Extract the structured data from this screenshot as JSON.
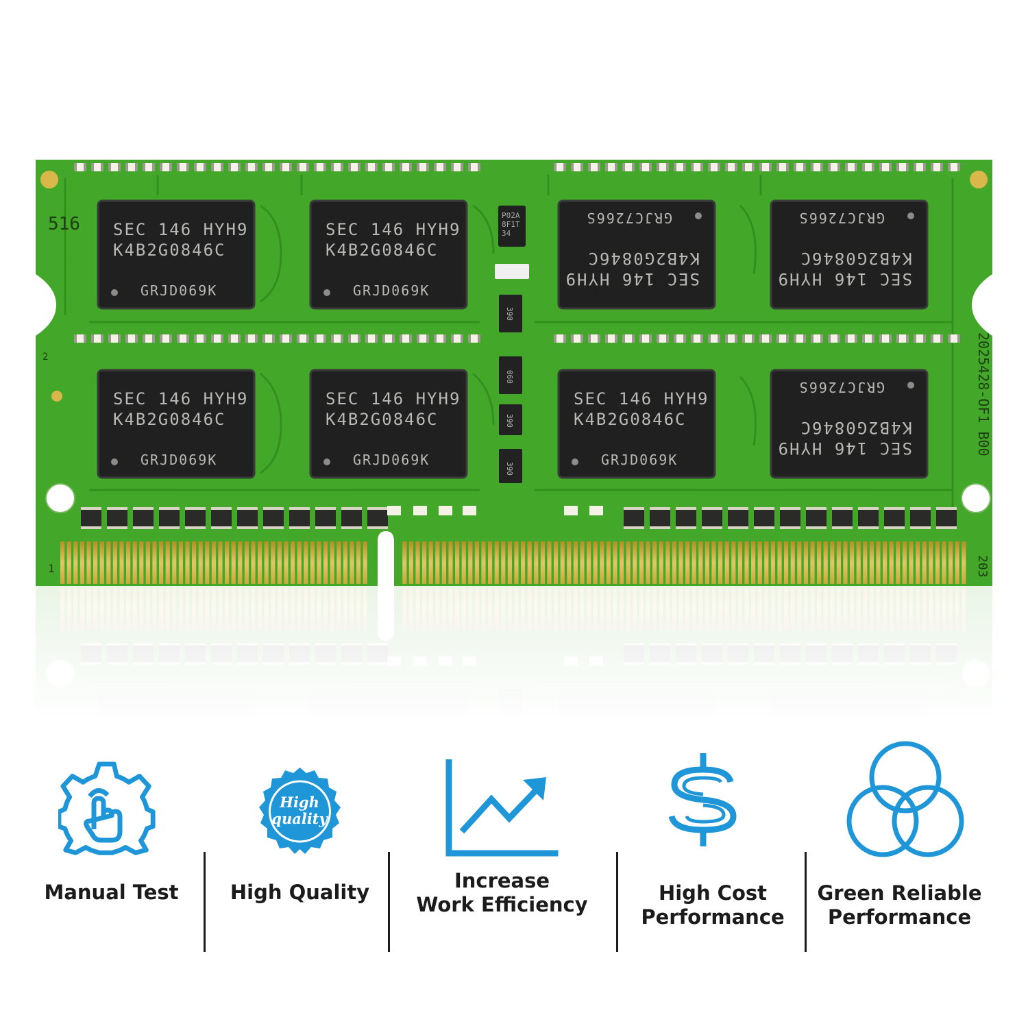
{
  "product": {
    "chips": [
      {
        "line1": "SEC 146 HYH9",
        "line2": "K4B2G0846C",
        "line3": "GRJD069K",
        "flipped": false
      },
      {
        "line1": "SEC 146 HYH9",
        "line2": "K4B2G0846C",
        "line3": "GRJD069K",
        "flipped": false
      },
      {
        "line1": "SEC 146 HYH9",
        "line2": "K4B2G0846C",
        "line3": "GRJC7266S",
        "flipped": true
      },
      {
        "line1": "SEC 146 HYH9",
        "line2": "K4B2G0846C",
        "line3": "GRJC7266S",
        "flipped": true
      },
      {
        "line1": "SEC 146 HYH9",
        "line2": "K4B2G0846C",
        "line3": "GRJD069K",
        "flipped": false
      },
      {
        "line1": "SEC 146 HYH9",
        "line2": "K4B2G0846C",
        "line3": "GRJD069K",
        "flipped": false
      },
      {
        "line1": "SEC 146 HYH9",
        "line2": "K4B2G0846C",
        "line3": "GRJD069K",
        "flipped": false
      },
      {
        "line1": "SEC 146 HYH9",
        "line2": "K4B2G0846C",
        "line3": "GRJC7266S",
        "flipped": true
      }
    ],
    "board_marks": {
      "top_left": "516",
      "left_small": "2",
      "pin_one": "1",
      "right_vertical": "2025428-OF1 B00",
      "pin_last": "203",
      "spd_chip": [
        "P02A",
        "8F1T",
        "34"
      ],
      "resistor_codes": [
        "390",
        "060",
        "390",
        "390"
      ]
    },
    "colors": {
      "pcb": "#43a82a",
      "pcb_dark": "#2f7f1d",
      "chip": "#1f201f",
      "gold": "#c9a93a",
      "icon_blue": "#1e96d8"
    }
  },
  "features": [
    {
      "icon": "gear-hand-icon",
      "lines": [
        "Manual Test"
      ]
    },
    {
      "icon": "quality-badge-icon",
      "lines": [
        "High Quality"
      ],
      "badge": [
        "High",
        "quality"
      ]
    },
    {
      "icon": "trend-chart-icon",
      "lines": [
        "Increase",
        "Work Efficiency"
      ]
    },
    {
      "icon": "dollar-icon",
      "lines": [
        "High Cost",
        "Performance"
      ]
    },
    {
      "icon": "three-circles-icon",
      "lines": [
        "Green Reliable",
        "Performance"
      ]
    }
  ]
}
